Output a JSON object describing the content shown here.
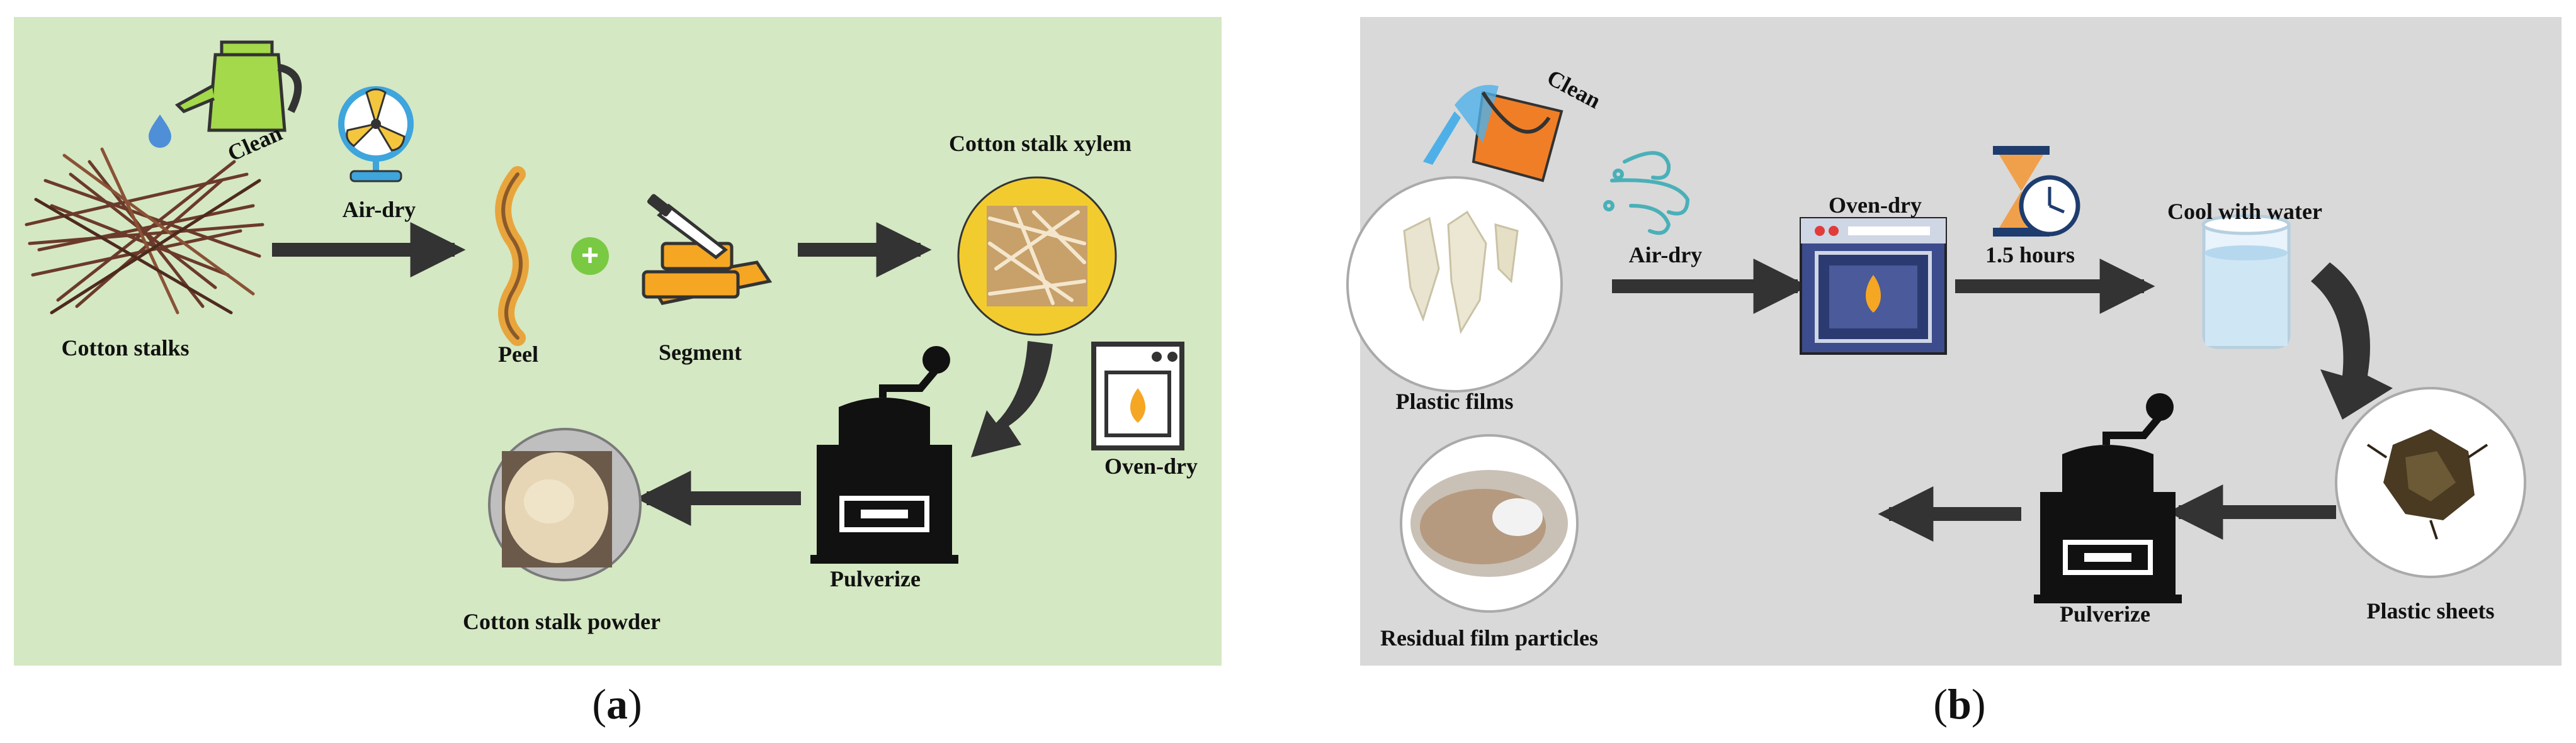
{
  "panel_a": {
    "caption_letter": "a",
    "labels": {
      "clean": "Clean",
      "air_dry": "Air-dry",
      "cotton_stalks": "Cotton stalks",
      "peel": "Peel",
      "segment": "Segment",
      "cotton_stalk_xylem": "Cotton stalk xylem",
      "oven_dry": "Oven-dry",
      "pulverize": "Pulverize",
      "cotton_stalk_powder": "Cotton stalk powder"
    },
    "plus_symbol": "+"
  },
  "panel_b": {
    "caption_letter": "b",
    "labels": {
      "clean": "Clean",
      "air_dry": "Air-dry",
      "oven_dry": "Oven-dry",
      "duration": "1.5 hours",
      "cool_with_water": "Cool with water",
      "plastic_films": "Plastic films",
      "plastic_sheets": "Plastic sheets",
      "pulverize": "Pulverize",
      "residual_film_particles": "Residual film particles"
    }
  },
  "caption_open": "(",
  "caption_close": ")",
  "icons": [
    "watering-can-icon",
    "water-drop-icon",
    "fan-icon",
    "peel-strip-icon",
    "knife-cutting-board-icon",
    "oven-icon",
    "grinder-icon",
    "bucket-icon",
    "wind-icon",
    "hourglass-clock-icon",
    "water-beaker-icon",
    "curved-arrow-icon"
  ],
  "colors": {
    "panel_a_background": "#d4e8c3",
    "panel_b_background": "#d9d9d9",
    "arrow": "#333333",
    "watering_can": "#a3d94a",
    "fan_blue": "#3ea5dd",
    "fan_yellow": "#f4c63d",
    "segment_orange": "#f5a623",
    "plus_green": "#7ac943",
    "xylem_circle": "#f2cc2e",
    "bucket_orange": "#f07e26",
    "oven_blue": "#3c4c8c",
    "hourglass_orange": "#f0a04b",
    "water_blue": "#cfe6f5"
  }
}
